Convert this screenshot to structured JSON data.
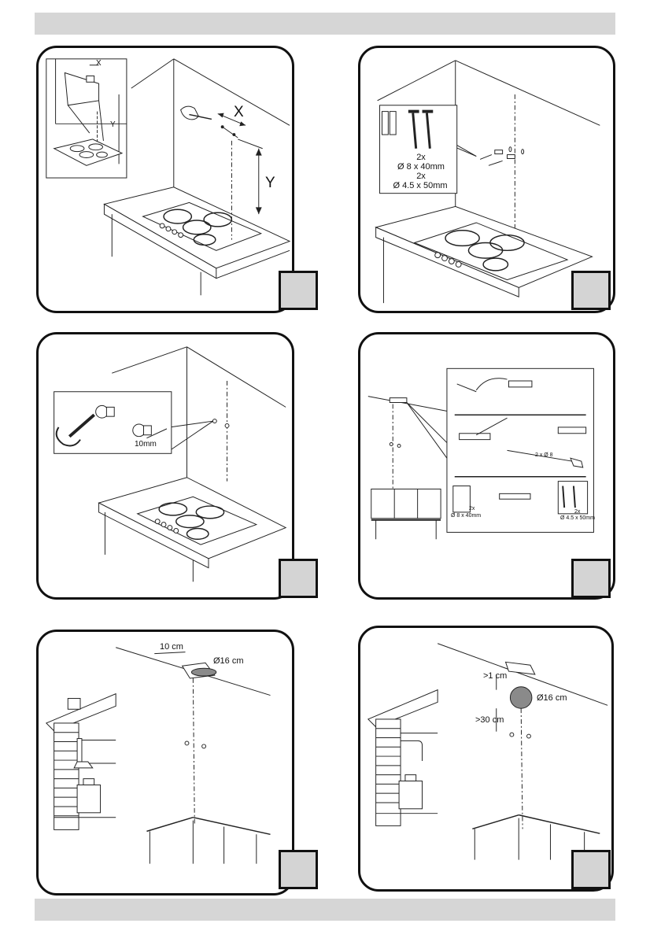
{
  "steps": [
    {
      "id": 1,
      "labels": {
        "x_small": "X",
        "y_small": "Y",
        "x_big": "X",
        "y_big": "Y"
      }
    },
    {
      "id": 2,
      "labels": {
        "qty1": "2x",
        "dim1": "Ø 8 x 40mm",
        "qty2": "2x",
        "dim2": "Ø 4.5 x 50mm"
      }
    },
    {
      "id": 3,
      "labels": {
        "gap": "10mm"
      }
    },
    {
      "id": 4,
      "labels": {
        "drill": "2 x Ø 8",
        "qty1": "2x",
        "dim1": "Ø 8 x 40mm",
        "qty2": "2x",
        "dim2": "Ø 4.5 x 50mm"
      }
    },
    {
      "id": 5,
      "labels": {
        "offset": "10 cm",
        "duct": "Ø16 cm"
      }
    },
    {
      "id": 6,
      "labels": {
        "gap_top": ">1 cm",
        "duct": "Ø16 cm",
        "gap_side": ">30 cm"
      }
    }
  ],
  "colors": {
    "bar": "#d6d6d6",
    "stepbox": "#d4d4d4",
    "duct_fill": "#8a8a8a"
  }
}
